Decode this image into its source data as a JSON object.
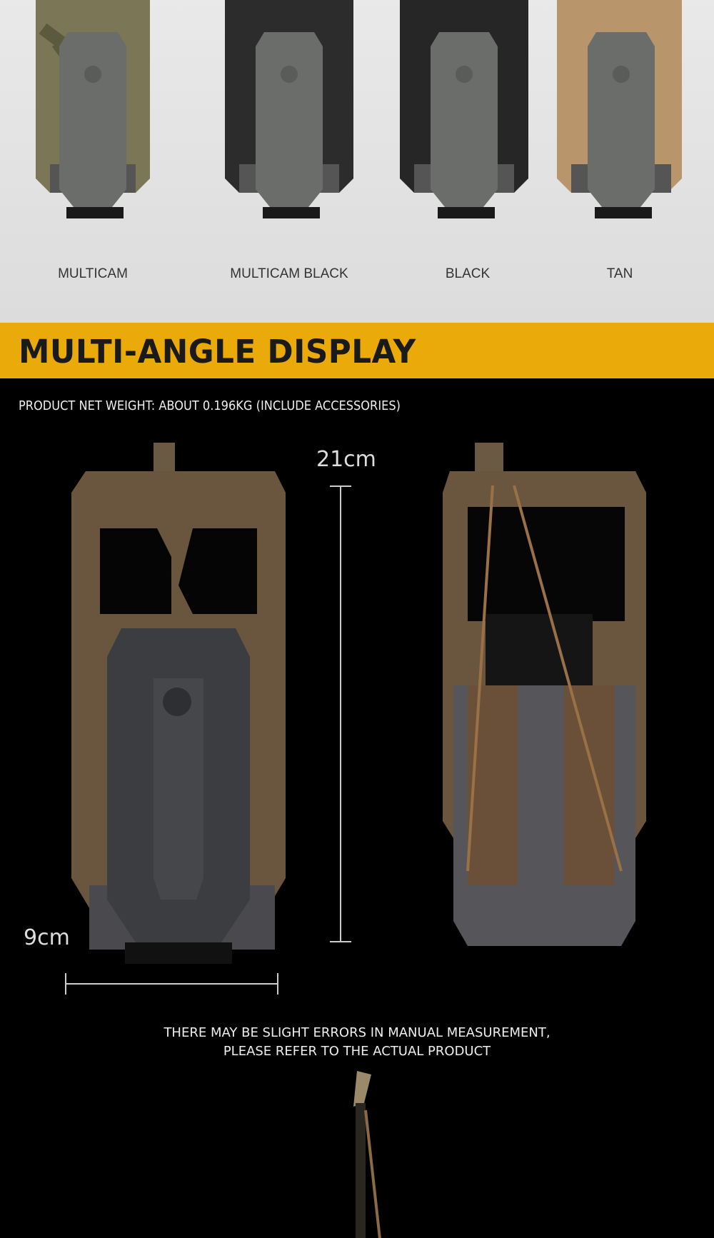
{
  "variants": [
    {
      "label": "MULTICAM",
      "color": "#7a7656"
    },
    {
      "label": "MULTICAM BLACK",
      "color": "#2c2c2c"
    },
    {
      "label": "BLACK",
      "color": "#262626"
    },
    {
      "label": "TAN",
      "color": "#b8956a"
    }
  ],
  "section": {
    "title": "MULTI-ANGLE DISPLAY",
    "accent": "#eaab0a"
  },
  "weight_text": "PRODUCT NET WEIGHT: ABOUT 0.196KG (INCLUDE ACCESSORIES)",
  "dimensions": {
    "height": "21cm",
    "width": "9cm"
  },
  "note": {
    "line1": "THERE MAY BE SLIGHT ERRORS IN MANUAL MEASUREMENT,",
    "line2": "PLEASE REFER TO THE ACTUAL PRODUCT"
  }
}
